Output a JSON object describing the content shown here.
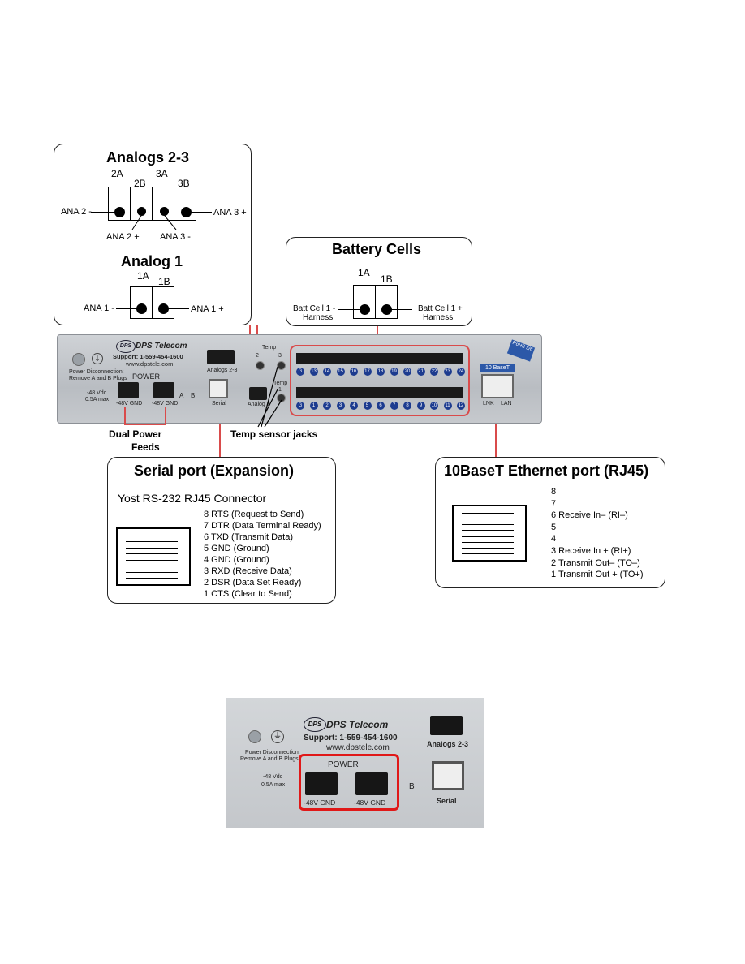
{
  "analogs_box": {
    "title_23": "Analogs 2-3",
    "col_labels": [
      "2A",
      "2B",
      "3A",
      "3B"
    ],
    "ana2_minus": "ANA 2 -",
    "ana2_plus": "ANA 2 +",
    "ana3_minus": "ANA 3 -",
    "ana3_plus": "ANA 3 +",
    "title_1": "Analog 1",
    "a1_labels": [
      "1A",
      "1B"
    ],
    "ana1_minus": "ANA 1 -",
    "ana1_plus": "ANA 1 +"
  },
  "battery_box": {
    "title": "Battery Cells",
    "labels": [
      "1A",
      "1B"
    ],
    "minus": "Batt Cell 1 -",
    "minus_2": "Harness",
    "plus": "Batt Cell 1 +",
    "plus_2": "Harness"
  },
  "panel": {
    "brand": "DPS Telecom",
    "support": "Support: 1-559-454-1600",
    "website": "www.dpstele.com",
    "power_disc": "Power Disconnection:",
    "remove_plugs": "Remove A and B Plugs",
    "power": "POWER",
    "vdc": "-48 Vdc",
    "amps": "0.5A max",
    "gnd_a": "-48V GND",
    "gnd_b": "-48V GND",
    "a": "A",
    "b": "B",
    "analogs23": "Analogs 2-3",
    "serial": "Serial",
    "analog1": "Analog 1",
    "temp": "Temp",
    "temp1": "1",
    "temp2": "2",
    "temp3": "3",
    "baset": "10 BaseT",
    "lnk": "LNK",
    "lan": "LAN",
    "rohs": "RoHS 5/6",
    "top_pins": [
      "G",
      "13",
      "14",
      "15",
      "16",
      "17",
      "18",
      "19",
      "20",
      "21",
      "22",
      "23",
      "24"
    ],
    "bottom_pins": [
      "G",
      "1",
      "2",
      "3",
      "4",
      "5",
      "6",
      "7",
      "8",
      "9",
      "10",
      "11",
      "12"
    ]
  },
  "callouts": {
    "dual_power": "Dual Power",
    "feeds": "Feeds",
    "temp_jacks": "Temp sensor jacks"
  },
  "serial_box": {
    "title": "Serial port (Expansion)",
    "subtitle": "Yost RS-232 RJ45 Connector",
    "pins": [
      "8 RTS (Request to Send)",
      "7 DTR (Data Terminal Ready)",
      "6 TXD (Transmit Data)",
      "5 GND (Ground)",
      "4 GND (Ground)",
      "3 RXD (Receive Data)",
      "2 DSR (Data Set Ready)",
      "1 CTS (Clear to Send)"
    ]
  },
  "ethernet_box": {
    "title": "10BaseT Ethernet port (RJ45)",
    "pins": [
      "8",
      "7",
      "6  Receive In– (RI–)",
      "5",
      "4",
      "3  Receive In + (RI+)",
      "2  Transmit Out– (TO–)",
      "1  Transmit Out + (TO+)"
    ]
  },
  "photo": {
    "brand": "DPS Telecom",
    "support": "Support: 1-559-454-1600",
    "website": "www.dpstele.com",
    "power_disc": "Power Disconnection:",
    "remove_plugs": "Remove A and B Plugs",
    "power": "POWER",
    "vdc": "-48 Vdc",
    "amps": "0.5A max",
    "gnd_a": "-48V GND",
    "gnd_b": "-48V GND",
    "b": "B",
    "analogs23": "Analogs 2-3",
    "serial": "Serial"
  }
}
